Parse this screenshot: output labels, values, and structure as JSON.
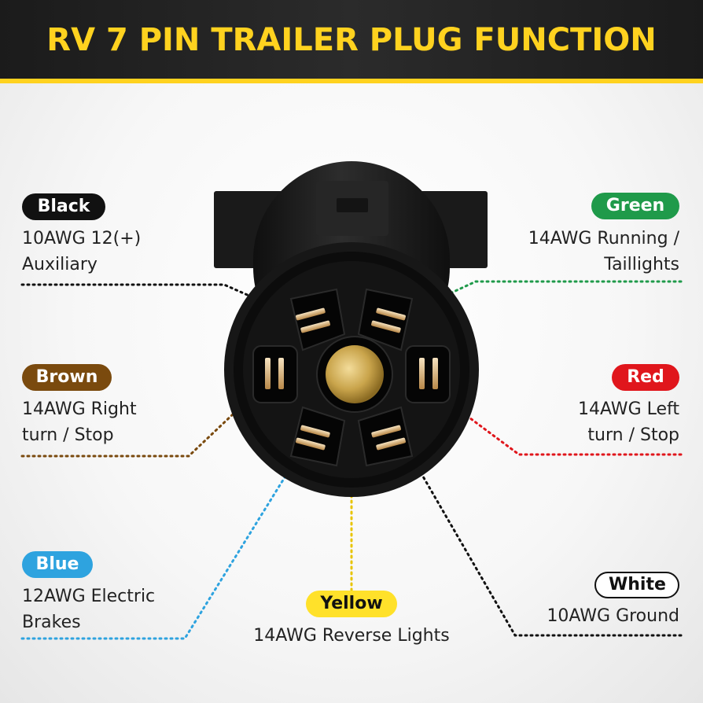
{
  "title": "RV 7 PIN TRAILER PLUG FUNCTION",
  "wires": {
    "black": {
      "label": "Black",
      "line1": "10AWG 12(+)",
      "line2": "Auxiliary",
      "color": "#111111",
      "text_color": "#ffffff"
    },
    "green": {
      "label": "Green",
      "line1": "14AWG Running /",
      "line2": "Taillights",
      "color": "#1f9a4a",
      "text_color": "#ffffff"
    },
    "brown": {
      "label": "Brown",
      "line1": "14AWG Right",
      "line2": "turn / Stop",
      "color": "#7a4a0e",
      "text_color": "#ffffff"
    },
    "red": {
      "label": "Red",
      "line1": "14AWG Left",
      "line2": "turn / Stop",
      "color": "#e0161c",
      "text_color": "#ffffff"
    },
    "blue": {
      "label": "Blue",
      "line1": "12AWG Electric",
      "line2": "Brakes",
      "color": "#2ea3df",
      "text_color": "#ffffff"
    },
    "yellow": {
      "label": "Yellow",
      "line1": "14AWG Reverse Lights",
      "color": "#ffe12a",
      "text_color": "#111111"
    },
    "white": {
      "label": "White",
      "line1": "10AWG Ground",
      "color": "#ffffff",
      "text_color": "#111111"
    }
  },
  "colors": {
    "banner": "#1b1b1b",
    "accent": "#ffd21f",
    "plug_body": "#1a1a1a",
    "center_pin": "#c9a44b"
  }
}
